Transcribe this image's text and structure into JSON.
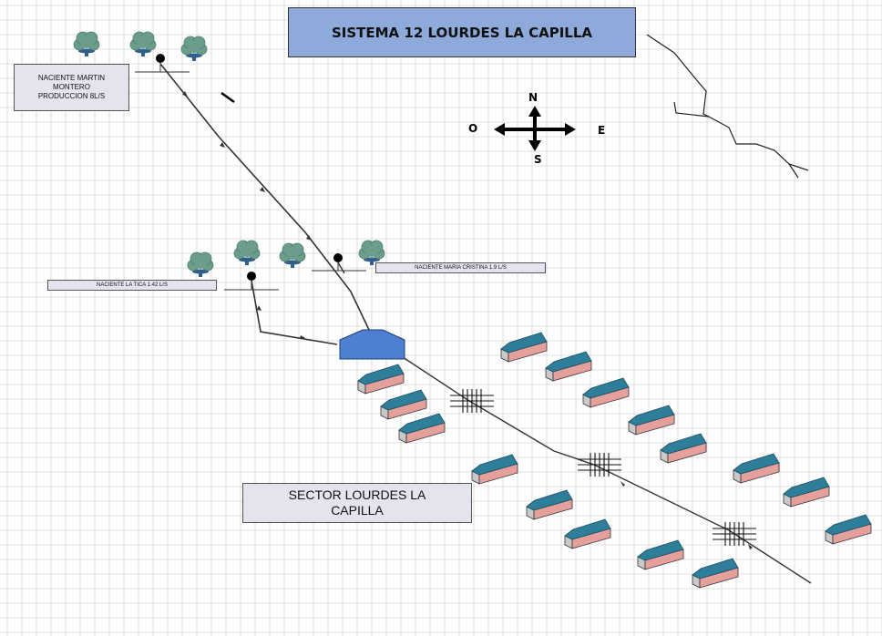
{
  "title": "SISTEMA 12 LOURDES LA CAPILLA",
  "labels": {
    "martin": "NACIENTE MARTIN\nMONTERO\nPRODUCCION 8L/S",
    "cristina": "NACIENTE MARIA CRISTINA 1.9 L/S",
    "tica": "NACIENTE LA TICA  1.42 L/S",
    "sector": "SECTOR LOURDES LA\nCAPILLA"
  },
  "compass": {
    "north": "N",
    "south": "S",
    "west": "O",
    "east": "E"
  },
  "colors": {
    "grid": "#c4c4c4",
    "title_fill": "#8eaadb",
    "label_fill": "#e6e3ee",
    "tank_fill": "#4f7fd1",
    "roof": "#2e7d99",
    "wall_front": "#e6a09c",
    "wall_side": "#c9c9c9",
    "tree_leaf": "#6a9e8a",
    "tree_trunk": "#2f5f8a"
  },
  "icons": {
    "tree": "tree-icon",
    "house": "house-icon",
    "tank": "water-tank-icon",
    "valve": "pipe-junction-icon",
    "spring": "spring-source-icon",
    "compass": "compass-rose-icon"
  }
}
